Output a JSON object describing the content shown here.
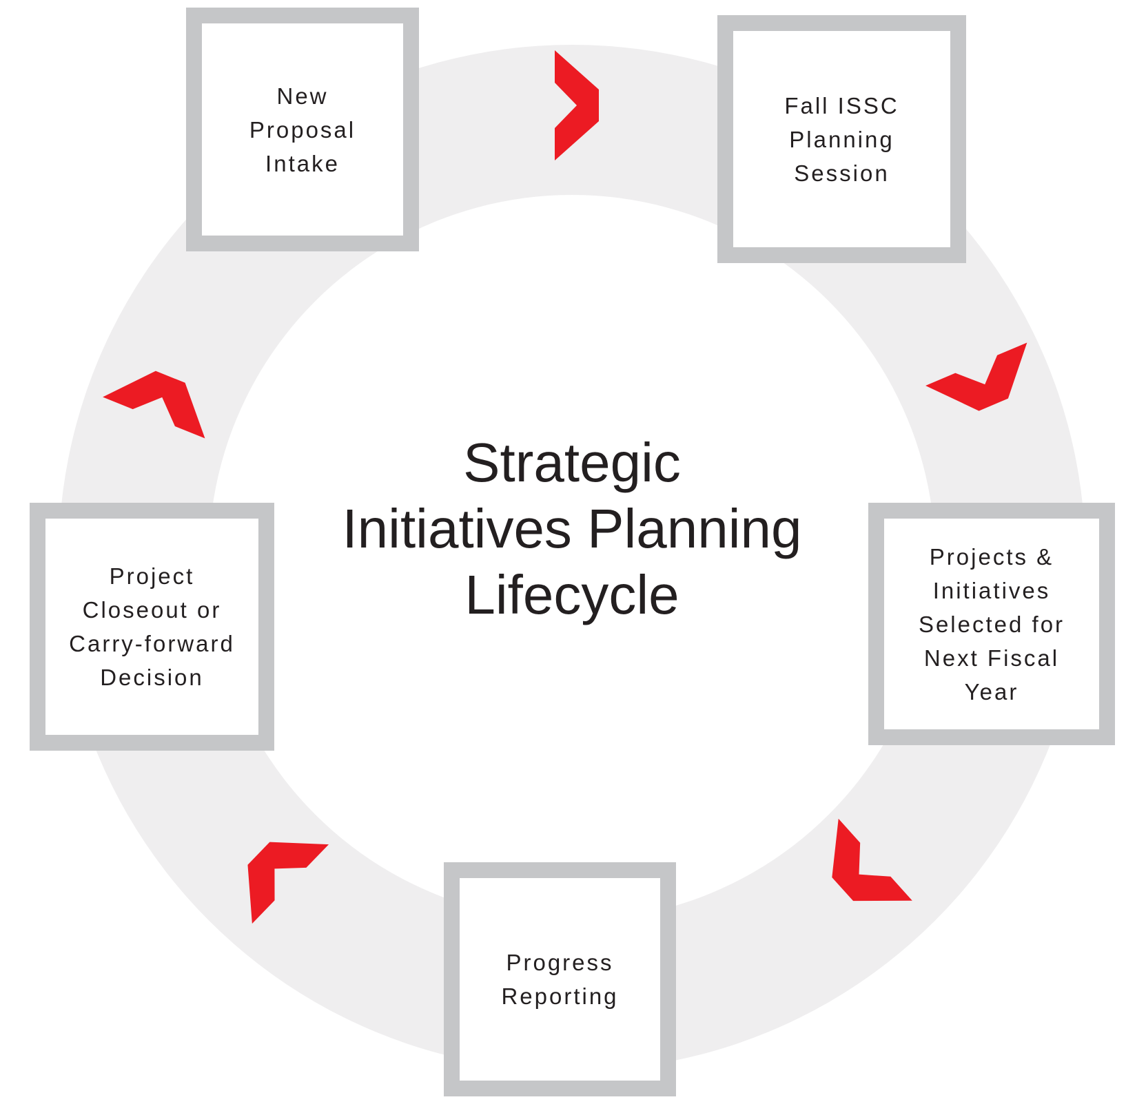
{
  "title": {
    "text": "Strategic\nInitiatives Planning\nLifecycle"
  },
  "stages": [
    {
      "name": "new-proposal-intake",
      "label": "New\nProposal\nIntake"
    },
    {
      "name": "fall-issc-planning-session",
      "label": "Fall ISSC\nPlanning\nSession"
    },
    {
      "name": "projects-initiatives-selected",
      "label": "Projects &\nInitiatives\nSelected for\nNext Fiscal\nYear"
    },
    {
      "name": "progress-reporting",
      "label": "Progress\nReporting"
    },
    {
      "name": "project-closeout-carry-forward",
      "label": "Project\nCloseout or\nCarry-forward\nDecision"
    }
  ],
  "flow": {
    "direction": "clockwise",
    "arrow_icon": "chevron"
  },
  "colors": {
    "ring": "#EFEEEF",
    "box_border": "#C5C6C8",
    "arrow_red": "#EC1B23",
    "text": "#231F20",
    "background": "#FFFFFF"
  }
}
